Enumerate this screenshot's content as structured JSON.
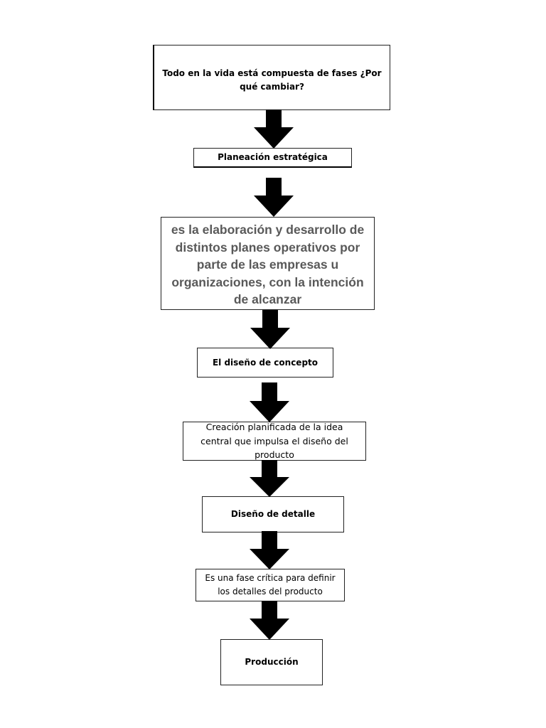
{
  "flowchart": {
    "steps": [
      {
        "id": "step-1",
        "text": "Todo en la vida está compuesta de fases ¿Por qué cambiar?"
      },
      {
        "id": "step-2",
        "text": "Planeación estratégica"
      },
      {
        "id": "step-3",
        "text": "es la  elaboración y desarrollo de distintos planes operativos por parte de las empresas u organizaciones, con la intención de alcanzar"
      },
      {
        "id": "step-4",
        "text": "El diseño de concepto"
      },
      {
        "id": "step-5",
        "text": "Creación planificada de la idea central que impulsa el diseño del producto"
      },
      {
        "id": "step-6",
        "text": "Diseño de detalle"
      },
      {
        "id": "step-7",
        "text": "Es una fase crítica para definir los detalles del producto"
      },
      {
        "id": "step-8",
        "text": "Producción"
      }
    ],
    "colors": {
      "arrow": "#000000",
      "border": "#222222",
      "highlight_text": "#595959"
    }
  }
}
